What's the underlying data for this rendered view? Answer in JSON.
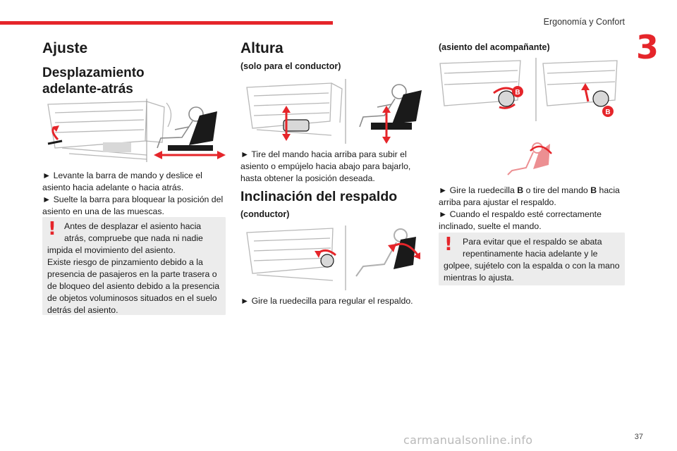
{
  "header": {
    "section": "Ergonomía y Confort",
    "chapter": "3"
  },
  "footer": {
    "page": "37",
    "watermark": "carmanualsonline.info"
  },
  "colors": {
    "accent": "#e5252a",
    "note_bg": "#ececec"
  },
  "col1": {
    "title": "Ajuste",
    "subtitle_l1": "Desplazamiento",
    "subtitle_l2": "adelante-atrás",
    "body": [
      "►  Levante la barra de mando y deslice el",
      "asiento hacia adelante o hacia atrás.",
      "►  Suelte la barra para bloquear la posición del",
      "asiento en una de las muescas."
    ],
    "note": [
      "Antes de desplazar el asiento hacia",
      "atrás, compruebe que nada ni nadie",
      "impida el movimiento del asiento.",
      "Existe riesgo de pinzamiento debido a la",
      "presencia de pasajeros en la parte trasera o",
      "de bloqueo del asiento debido a la presencia",
      "de objetos voluminosos situados en el suelo",
      "detrás del asiento."
    ]
  },
  "col2": {
    "title": "Altura",
    "height_sub": "(solo para el conductor)",
    "height_body": [
      "►  Tire del mando hacia arriba para subir el",
      "asiento o empújelo hacia abajo para bajarlo,",
      "hasta obtener la posición deseada."
    ],
    "recline_title": "Inclinación del respaldo",
    "recline_sub": "(conductor)",
    "recline_body": [
      "►  Gire la ruedecilla para regular el respaldo."
    ]
  },
  "col3": {
    "sub": "(asiento del acompañante)",
    "label_b": "B",
    "body": [
      {
        "pre": "►  Gire la ruedecilla ",
        "bold": "B",
        "post": " o tire del mando ",
        "bold2": "B",
        "post2": " hacia"
      },
      "arriba para ajustar el respaldo.",
      "►  Cuando el respaldo esté correctamente",
      "inclinado, suelte el mando."
    ],
    "note": [
      "Para evitar que el respaldo se abata",
      "repentinamente hacia adelante y le",
      "golpee, sujételo con la espalda o con la mano",
      "mientras lo ajusta."
    ]
  }
}
